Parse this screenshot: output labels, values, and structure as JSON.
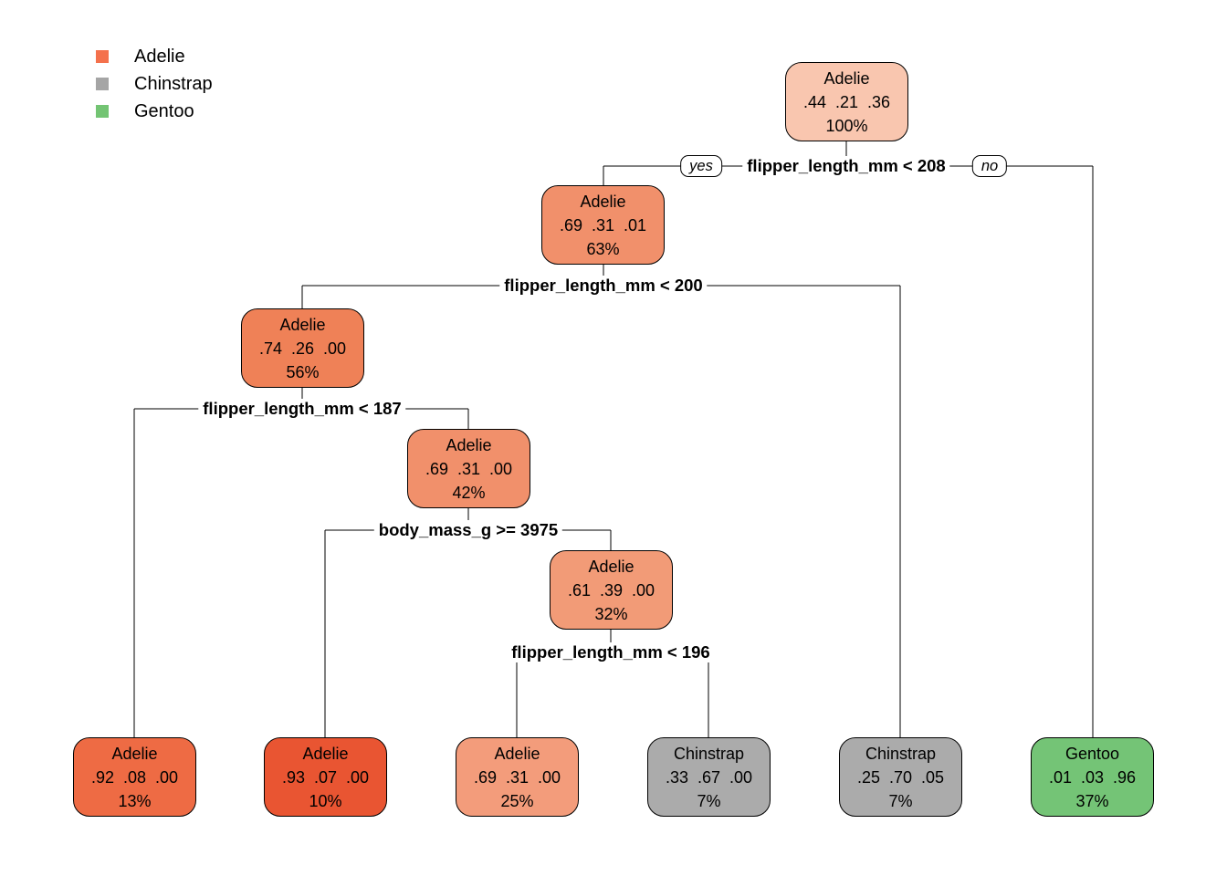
{
  "legend": {
    "items": [
      {
        "label": "Adelie",
        "color": "#F4714C"
      },
      {
        "label": "Chinstrap",
        "color": "#A5A5A5"
      },
      {
        "label": "Gentoo",
        "color": "#73C473"
      }
    ]
  },
  "branch_labels": {
    "yes": "yes",
    "no": "no"
  },
  "splits": [
    {
      "condition": "flipper_length_mm < 208",
      "parent": "root",
      "yes_child": "internal-63",
      "no_child": "leaf-37"
    },
    {
      "condition": "flipper_length_mm < 200",
      "parent": "internal-63",
      "yes_child": "internal-56",
      "no_child": "leaf-7b"
    },
    {
      "condition": "flipper_length_mm < 187",
      "parent": "internal-56",
      "yes_child": "leaf-13",
      "no_child": "internal-42"
    },
    {
      "condition": "body_mass_g >= 3975",
      "parent": "internal-42",
      "yes_child": "leaf-10",
      "no_child": "internal-32"
    },
    {
      "condition": "flipper_length_mm < 196",
      "parent": "internal-32",
      "yes_child": "leaf-25",
      "no_child": "leaf-7a"
    }
  ],
  "nodes": [
    {
      "id": "root",
      "class_label": "Adelie",
      "probs": ".44  .21  .36",
      "coverage": "100%",
      "fill": "#F9C6AF"
    },
    {
      "id": "internal-63",
      "class_label": "Adelie",
      "probs": ".69  .31  .01",
      "coverage": "63%",
      "fill": "#F1906B"
    },
    {
      "id": "internal-56",
      "class_label": "Adelie",
      "probs": ".74  .26  .00",
      "coverage": "56%",
      "fill": "#EF8157"
    },
    {
      "id": "internal-42",
      "class_label": "Adelie",
      "probs": ".69  .31  .00",
      "coverage": "42%",
      "fill": "#F1906B"
    },
    {
      "id": "internal-32",
      "class_label": "Adelie",
      "probs": ".61  .39  .00",
      "coverage": "32%",
      "fill": "#F29B77"
    },
    {
      "id": "leaf-13",
      "class_label": "Adelie",
      "probs": ".92  .08  .00",
      "coverage": "13%",
      "fill": "#EE6B44"
    },
    {
      "id": "leaf-10",
      "class_label": "Adelie",
      "probs": ".93  .07  .00",
      "coverage": "10%",
      "fill": "#E95532"
    },
    {
      "id": "leaf-25",
      "class_label": "Adelie",
      "probs": ".69  .31  .00",
      "coverage": "25%",
      "fill": "#F39C7B"
    },
    {
      "id": "leaf-7a",
      "class_label": "Chinstrap",
      "probs": ".33  .67  .00",
      "coverage": "7%",
      "fill": "#ABABAB"
    },
    {
      "id": "leaf-7b",
      "class_label": "Chinstrap",
      "probs": ".25  .70  .05",
      "coverage": "7%",
      "fill": "#ABABAB"
    },
    {
      "id": "leaf-37",
      "class_label": "Gentoo",
      "probs": ".01  .03  .96",
      "coverage": "37%",
      "fill": "#74C476"
    }
  ]
}
